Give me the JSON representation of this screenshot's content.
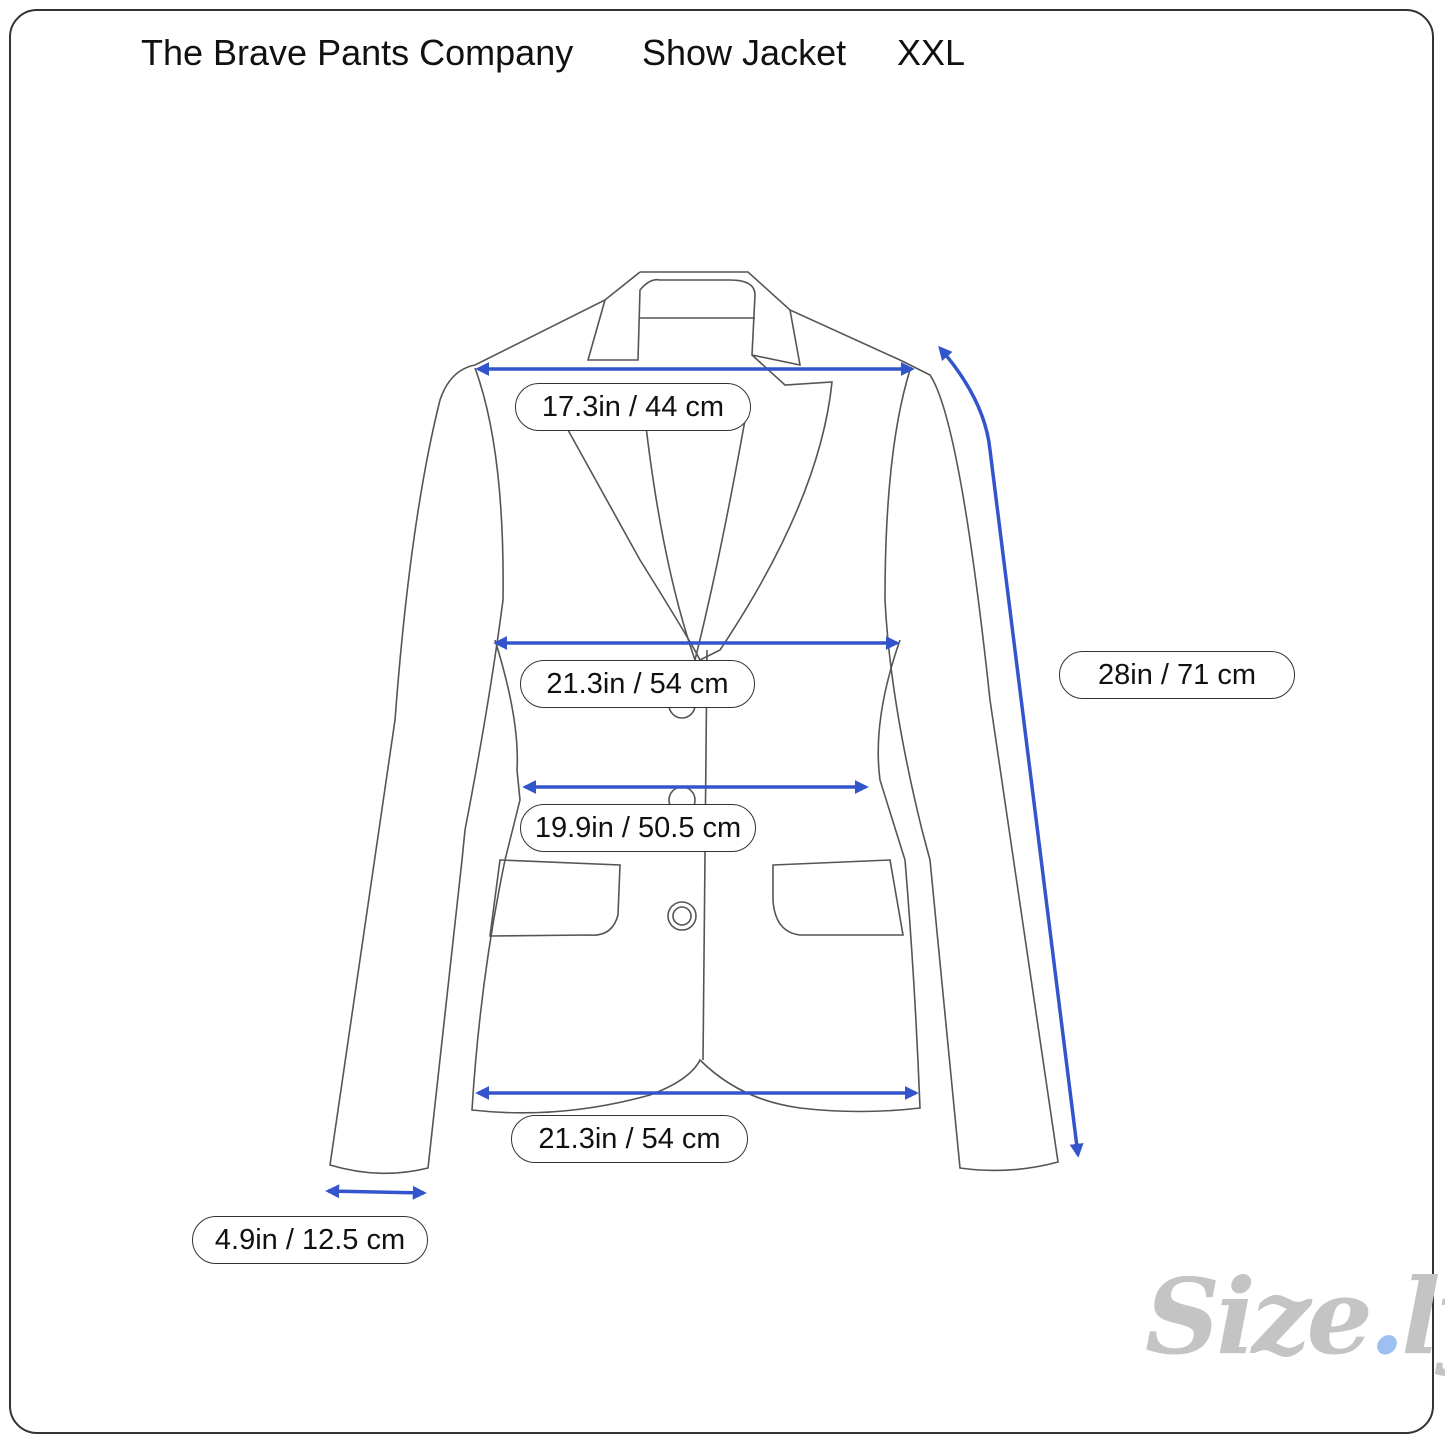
{
  "header": {
    "brand": "The Brave Pants Company",
    "product": "Show Jacket",
    "size": "XXL"
  },
  "measurements": {
    "shoulder": "17.3in / 44 cm",
    "chest": "21.3in / 54 cm",
    "waist": "19.9in / 50.5 cm",
    "hem": "21.3in / 54 cm",
    "sleeve_length": "28in / 71 cm",
    "cuff": "4.9in / 12.5 cm"
  },
  "colors": {
    "arrow": "#3355cc",
    "outline": "#555555",
    "logo": "#c4c4c4",
    "logo_dot": "#9cc0f0"
  },
  "logo": {
    "text": "Size",
    "text2": "ly"
  }
}
